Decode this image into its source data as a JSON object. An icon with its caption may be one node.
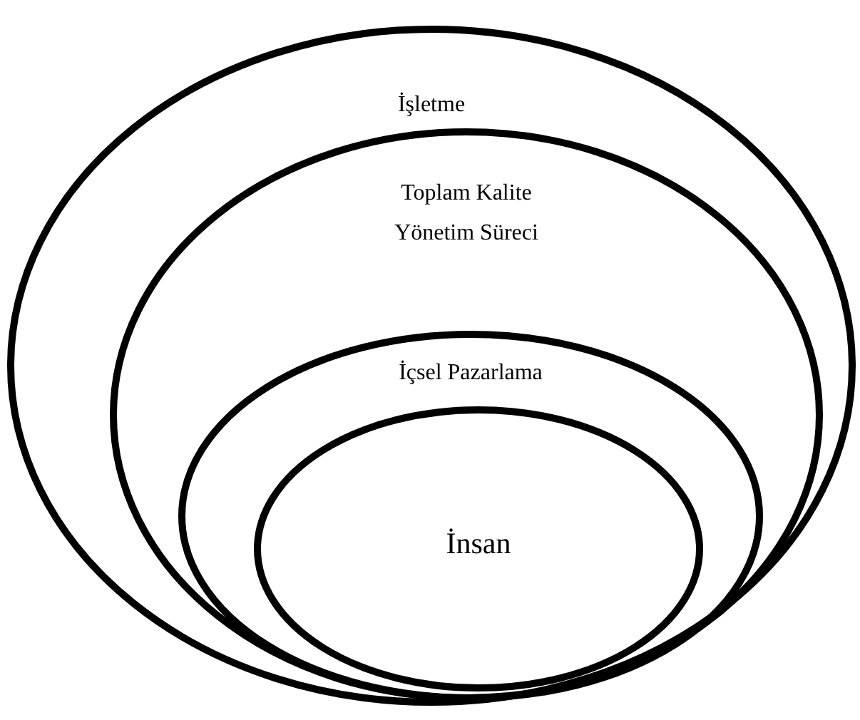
{
  "diagram": {
    "nodes": [
      {
        "text": [
          "İşletme"
        ]
      },
      {
        "text": [
          "Toplam Kalite Yönetim Süreci"
        ],
        "in": 0
      },
      {
        "text": [
          "İçsel Pazarlama"
        ],
        "in": 1
      },
      {
        "text": [
          "İnsan"
        ],
        "in": 2
      }
    ]
  }
}
